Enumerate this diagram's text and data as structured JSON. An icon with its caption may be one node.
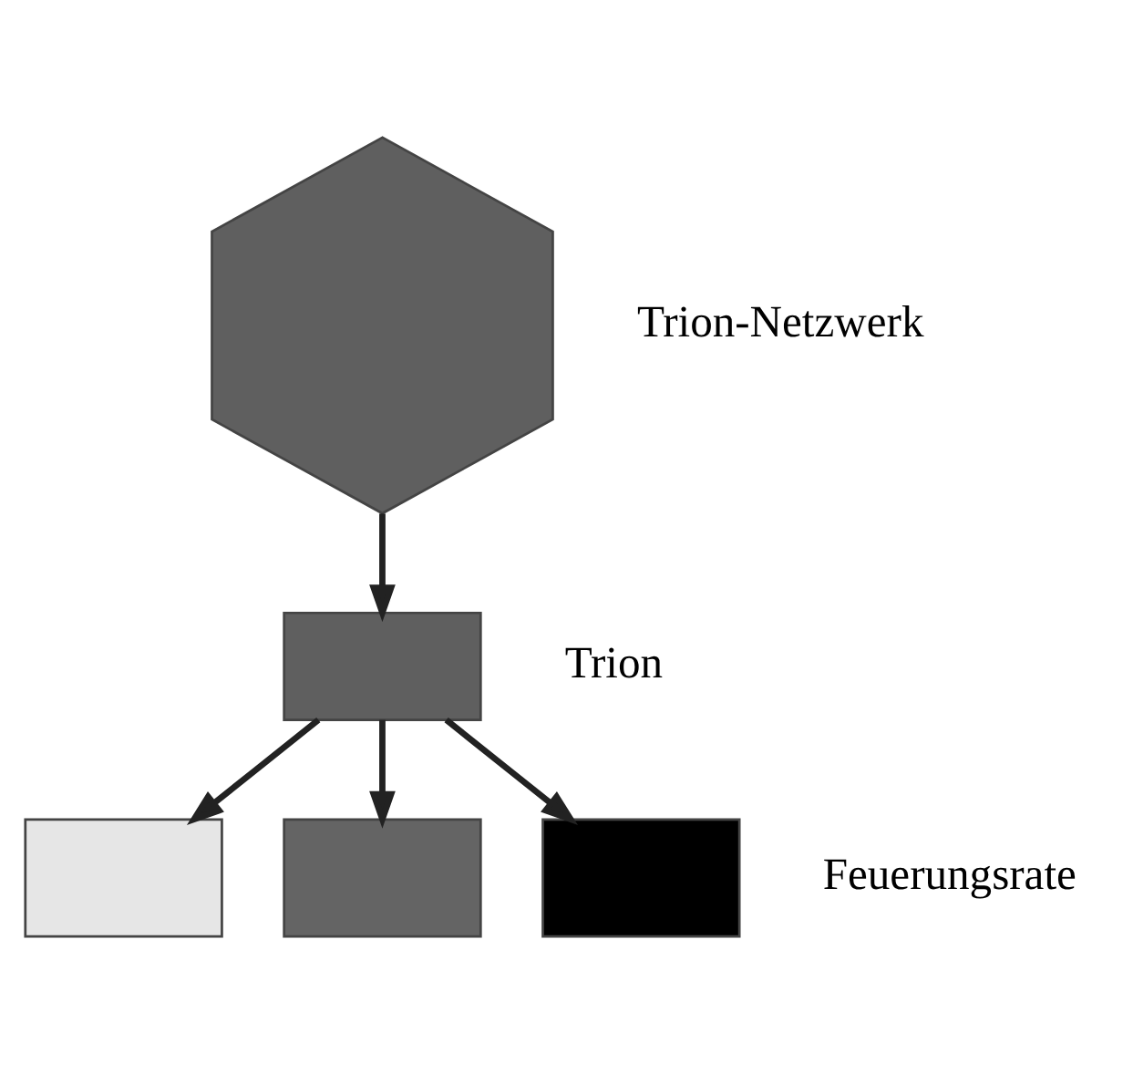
{
  "diagram": {
    "nodes": [
      {
        "text": [],
        "shape": "hexagon",
        "beside": [
          "Trion-Netzwerk"
        ]
      },
      {
        "text": [],
        "shape": "box"
      },
      {
        "text": [],
        "shape": "box"
      },
      {
        "text": [],
        "shape": "box"
      },
      {
        "text": [],
        "shape": "box"
      }
    ],
    "edges": [
      {
        "from": 0,
        "to": 1,
        "arrow": "to"
      },
      {
        "from": 1,
        "to": 2,
        "arrow": "to"
      },
      {
        "from": 1,
        "to": 3,
        "arrow": "to"
      },
      {
        "from": 1,
        "to": 4,
        "arrow": "to"
      }
    ],
    "labels": [
      "Trion",
      "Feuerungsrate"
    ]
  }
}
